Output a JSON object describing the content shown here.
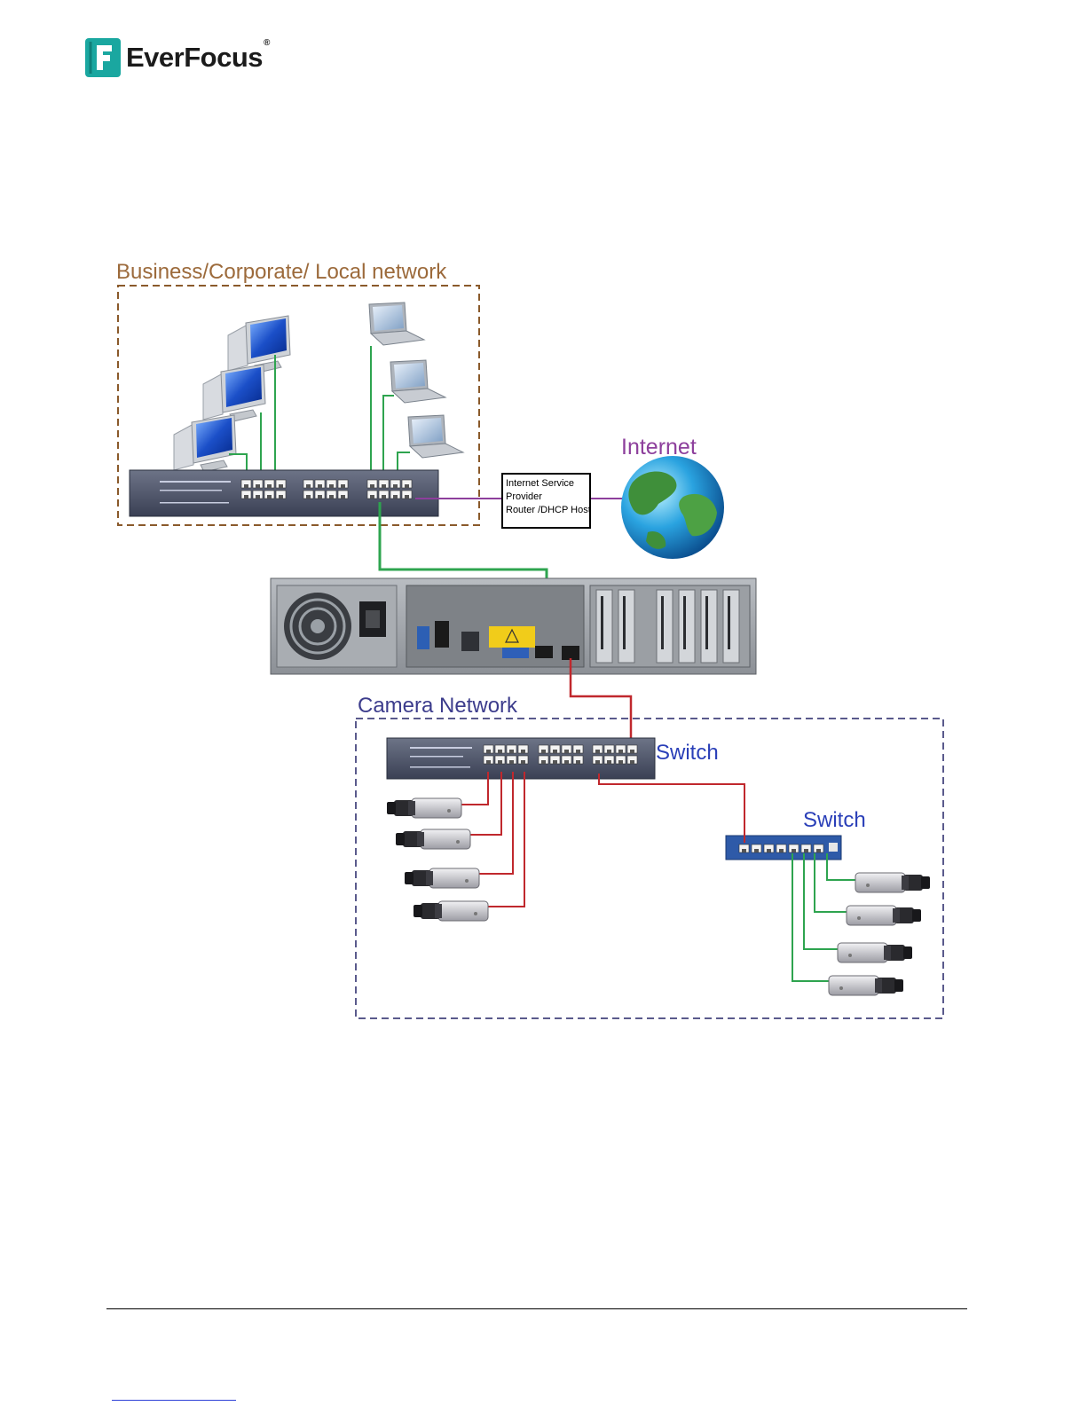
{
  "brand": {
    "logo_text": "EverFocus",
    "registered_mark": "®",
    "color_mark": "#1aa7a0"
  },
  "diagram": {
    "local_network_label": "Business/Corporate/ Local network",
    "internet_label": "Internet",
    "isp_box_lines": [
      "Internet Service",
      "Provider",
      "Router /DHCP Host"
    ],
    "camera_network_label": "Camera Network",
    "switch_label_main": "Switch",
    "switch_label_secondary": "Switch",
    "colors": {
      "local_border": "#8a5a2b",
      "local_label": "#9c6a3b",
      "internet_label": "#8d3f9c",
      "camera_border": "#5a5a8c",
      "camera_label": "#3c3c8c",
      "switch_label": "#2a3fb8",
      "lan_cable": "#2ea44f",
      "camera_cable": "#c0282d",
      "wan_cable": "#8d3f9c"
    }
  }
}
